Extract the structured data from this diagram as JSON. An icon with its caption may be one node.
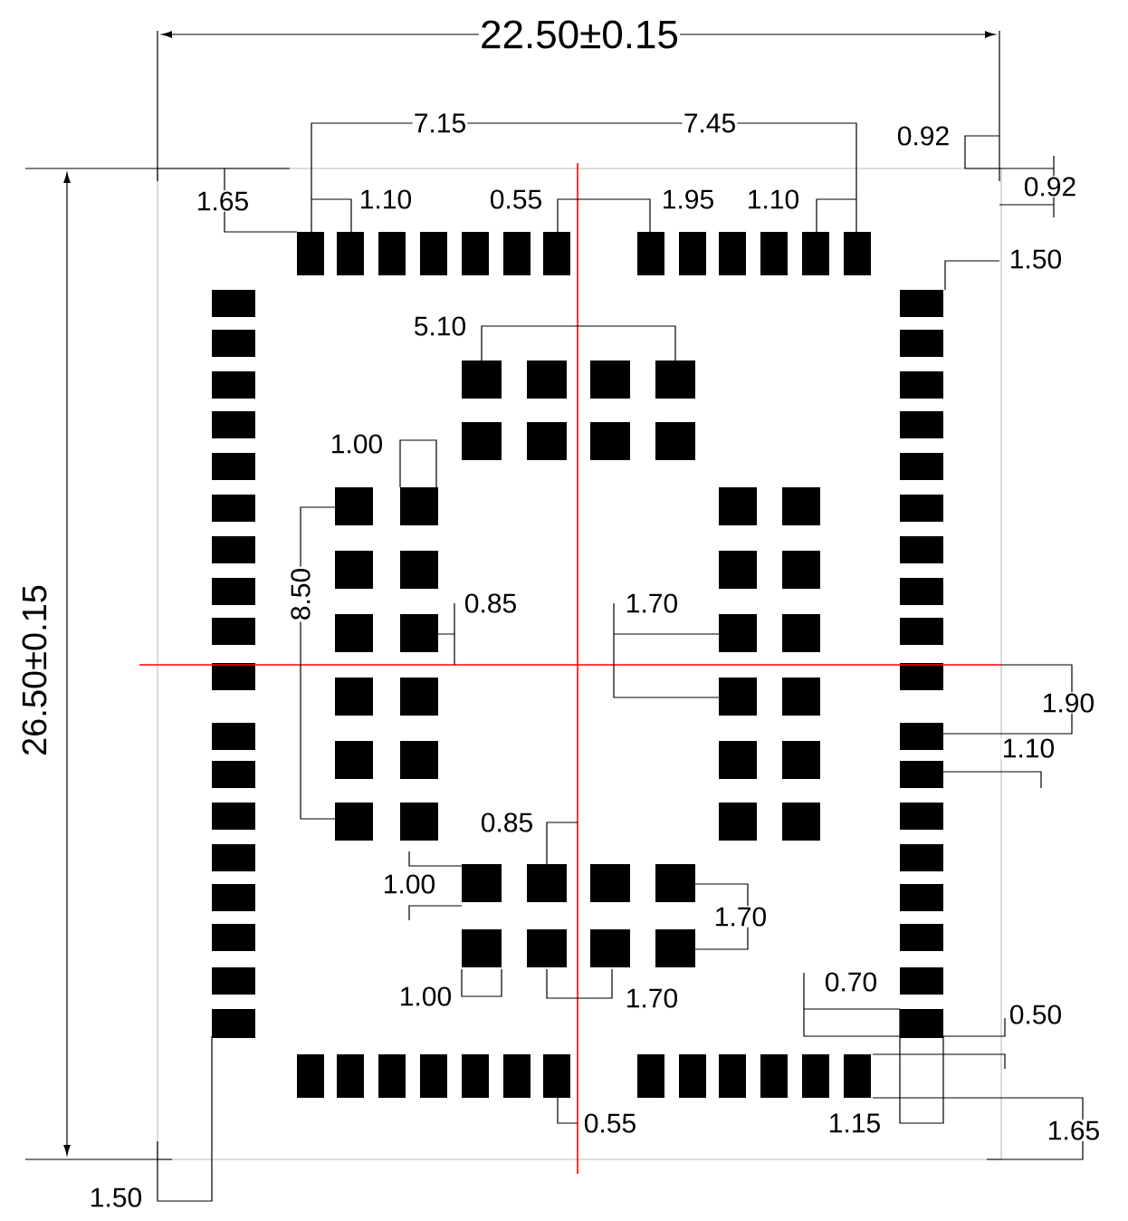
{
  "diagram": {
    "labels": [
      "22.50±0.15",
      "7.15",
      "7.45",
      "0.92",
      "1.65",
      "1.10",
      "0.55",
      "1.95",
      "1.10",
      "0.92",
      "1.50",
      "5.10",
      "1.00",
      "26.50±0.15",
      "8.50",
      "0.85",
      "1.70",
      "1.90",
      "1.10",
      "0.85",
      "1.00",
      "1.70",
      "1.00",
      "1.70",
      "0.70",
      "0.50",
      "0.55",
      "1.15",
      "1.65",
      "1.50"
    ]
  }
}
